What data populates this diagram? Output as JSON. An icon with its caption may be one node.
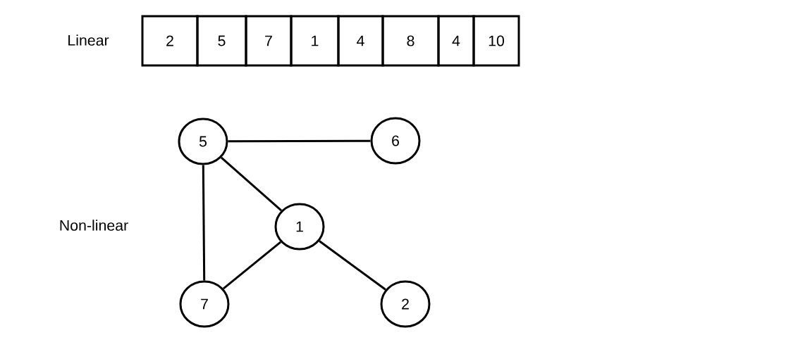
{
  "diagram": {
    "nodes": [
      {
        "text": [
          "2"
        ]
      },
      {
        "text": [
          "5"
        ]
      },
      {
        "text": [
          "7"
        ]
      },
      {
        "text": [
          "1"
        ]
      },
      {
        "text": [
          "4"
        ]
      },
      {
        "text": [
          "8"
        ]
      },
      {
        "text": [
          "4"
        ]
      },
      {
        "text": [
          "10"
        ]
      },
      {
        "text": [
          "5"
        ]
      },
      {
        "text": [
          "6"
        ]
      },
      {
        "text": [
          "1"
        ]
      },
      {
        "text": [
          "7"
        ]
      },
      {
        "text": [
          "2"
        ]
      }
    ],
    "edges": [
      {
        "from": 8,
        "to": 9,
        "arrow": "none"
      },
      {
        "from": 8,
        "to": 10,
        "arrow": "none"
      },
      {
        "from": 8,
        "to": 11,
        "arrow": "none"
      },
      {
        "from": 10,
        "to": 11,
        "arrow": "none"
      },
      {
        "from": 10,
        "to": 12,
        "arrow": "none"
      }
    ],
    "labels": [
      "Linear",
      "Non-linear"
    ]
  }
}
